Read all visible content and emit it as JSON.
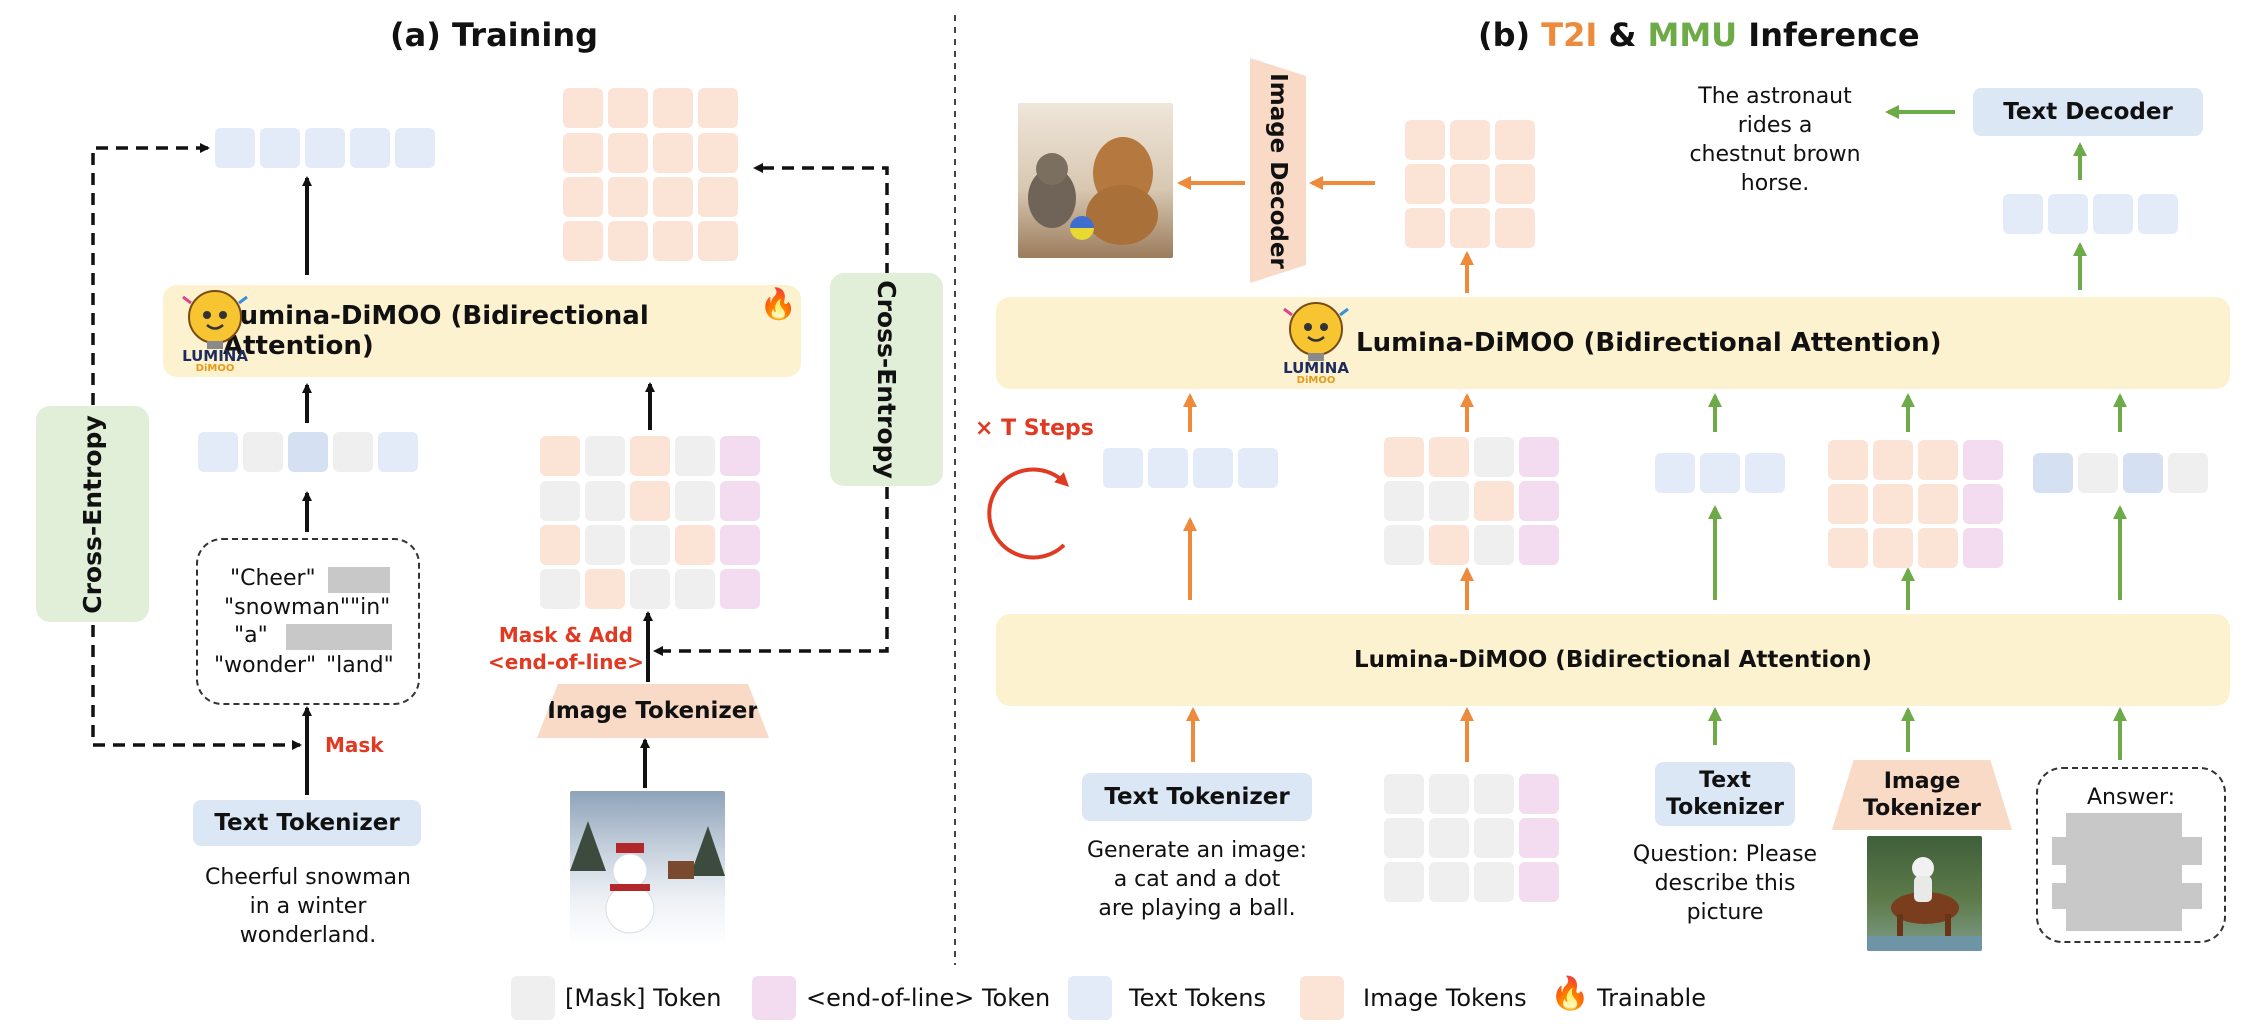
{
  "panel_a": {
    "title": "(a) Training",
    "model_label": "Lumina-DiMOO (Bidirectional Attention)",
    "logo_text": "LUMINA",
    "logo_sub": "DiMOO",
    "cross_entropy_left": "Cross-Entropy",
    "cross_entropy_right": "Cross-Entropy",
    "masked_words": {
      "row1": "\"Cheer\"",
      "row2a": "\"snowman\"",
      "row2b": "\"in\"",
      "row3": "\"a\"",
      "row4a": "\"wonder\"",
      "row4b": "\"land\""
    },
    "mask_label": "Mask",
    "mask_add_label": "Mask & Add",
    "eol_label": "<end-of-line>",
    "text_tokenizer": "Text Tokenizer",
    "image_tokenizer": "Image Tokenizer",
    "caption": [
      "Cheerful snowman",
      "in a winter",
      "wonderland."
    ]
  },
  "panel_b": {
    "title_prefix": "(b) ",
    "title_t2i": "T2I",
    "title_amp": " & ",
    "title_mmu": "MMU",
    "title_suffix": " Inference",
    "image_decoder": "Image Decoder",
    "text_decoder": "Text Decoder",
    "output_text": [
      "The astronaut",
      "rides a",
      "chestnut brown",
      "horse."
    ],
    "model_label_top": "Lumina-DiMOO (Bidirectional Attention)",
    "model_label_bottom": "Lumina-DiMOO (Bidirectional Attention)",
    "logo_text": "LUMINA",
    "logo_sub": "DiMOO",
    "steps_label": "× T Steps",
    "text_tokenizer": "Text Tokenizer",
    "text_tokenizer_2": [
      "Text",
      "Tokenizer"
    ],
    "image_tokenizer": [
      "Image",
      "Tokenizer"
    ],
    "t2i_prompt": [
      "Generate an image:",
      "a cat and a dot",
      "are playing a ball."
    ],
    "mmu_question": [
      "Question: Please",
      "describe this",
      "picture"
    ],
    "answer_label": "Answer:"
  },
  "legend": {
    "mask": "[Mask] Token",
    "eol": "<end-of-line> Token",
    "text": "Text Tokens",
    "image": "Image Tokens",
    "trainable": "Trainable"
  },
  "colors": {
    "t2i_orange": "#ee8a3c",
    "mmu_green": "#6eab48",
    "red_label": "#e03a23",
    "banner": "#fdf2cf",
    "text_token": "#e2ebf7",
    "image_token": "#fbe3d6",
    "mask_token": "#efefef",
    "eol_token": "#f3dcf0"
  }
}
